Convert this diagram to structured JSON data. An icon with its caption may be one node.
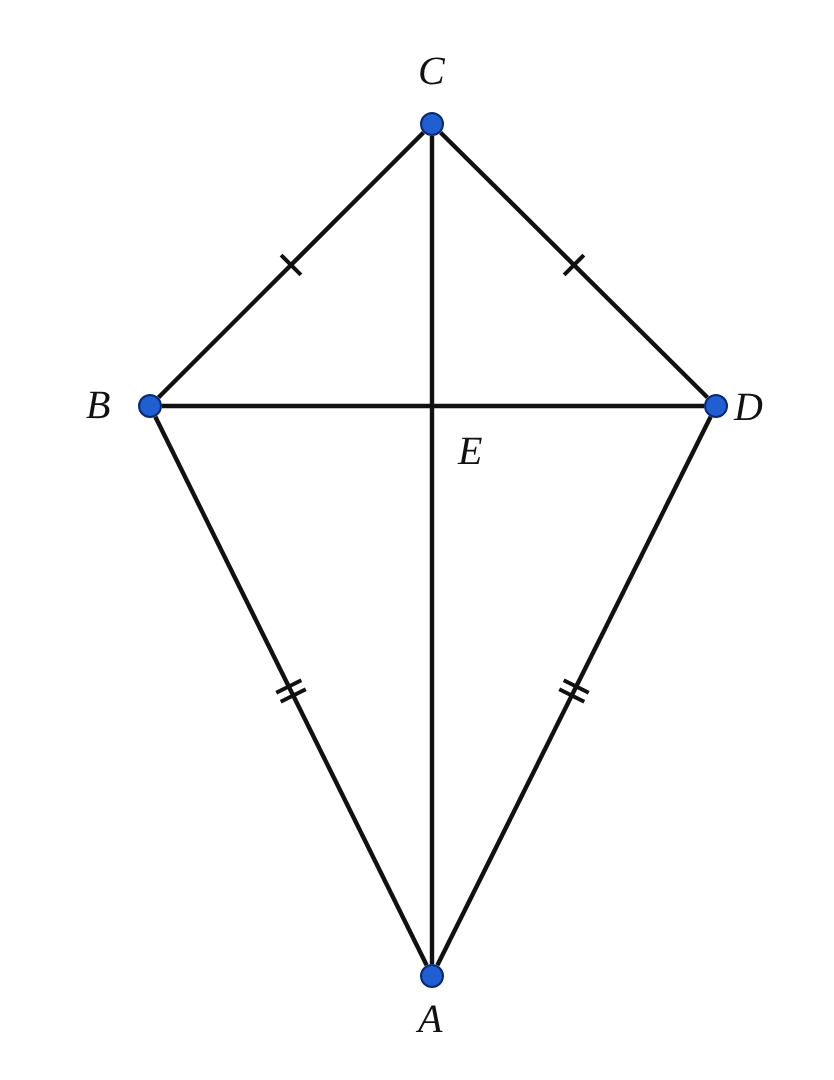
{
  "diagram": {
    "nodes": [
      {
        "text": [
          "C"
        ]
      },
      {
        "text": [
          "B"
        ]
      },
      {
        "text": [
          "D"
        ]
      },
      {
        "text": [
          "A"
        ]
      }
    ],
    "edges": [
      {
        "from": 0,
        "to": 1,
        "arrow": "none"
      },
      {
        "from": 0,
        "to": 2,
        "arrow": "none"
      },
      {
        "from": 1,
        "to": 2,
        "arrow": "none"
      },
      {
        "from": 0,
        "to": 3,
        "arrow": "none"
      },
      {
        "from": 1,
        "to": 3,
        "arrow": "none"
      },
      {
        "from": 2,
        "to": 3,
        "arrow": "none"
      }
    ],
    "labels": [
      "E"
    ]
  }
}
